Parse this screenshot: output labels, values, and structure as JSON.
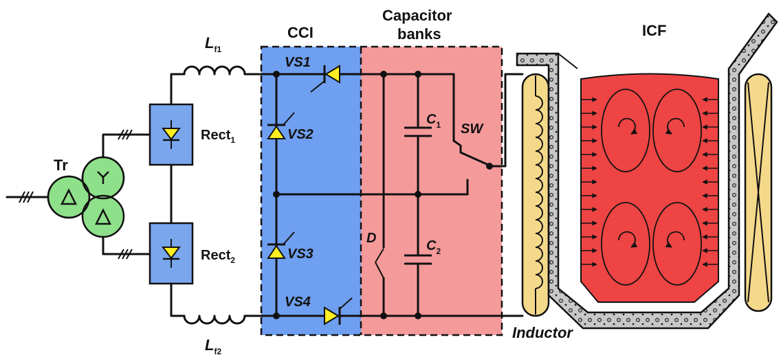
{
  "labels": {
    "tr": "Tr",
    "lf1_main": "L",
    "lf1_sub": "f1",
    "lf2_main": "L",
    "lf2_sub": "f2",
    "rect1_main": "Rect",
    "rect1_sub": "1",
    "rect2_main": "Rect",
    "rect2_sub": "2",
    "cci": "CCI",
    "cap_banks_line1": "Capacitor",
    "cap_banks_line2": "banks",
    "icf": "ICF",
    "vs1": "VS1",
    "vs2": "VS2",
    "vs3": "VS3",
    "vs4": "VS4",
    "c1_main": "C",
    "c1_sub": "1",
    "c2_main": "C",
    "c2_sub": "2",
    "sw": "SW",
    "d": "D",
    "inductor": "Inductor"
  },
  "colors": {
    "transformer": "#8fe08a",
    "cci_region": "#6f9ff0",
    "capacitor_region": "#f59a9a",
    "rectifier": "#7aa6ee",
    "thyristor": "#ffee22",
    "coil": "#f5d98a",
    "melt": "#ee4444",
    "crucible": "#c8c8c8"
  }
}
